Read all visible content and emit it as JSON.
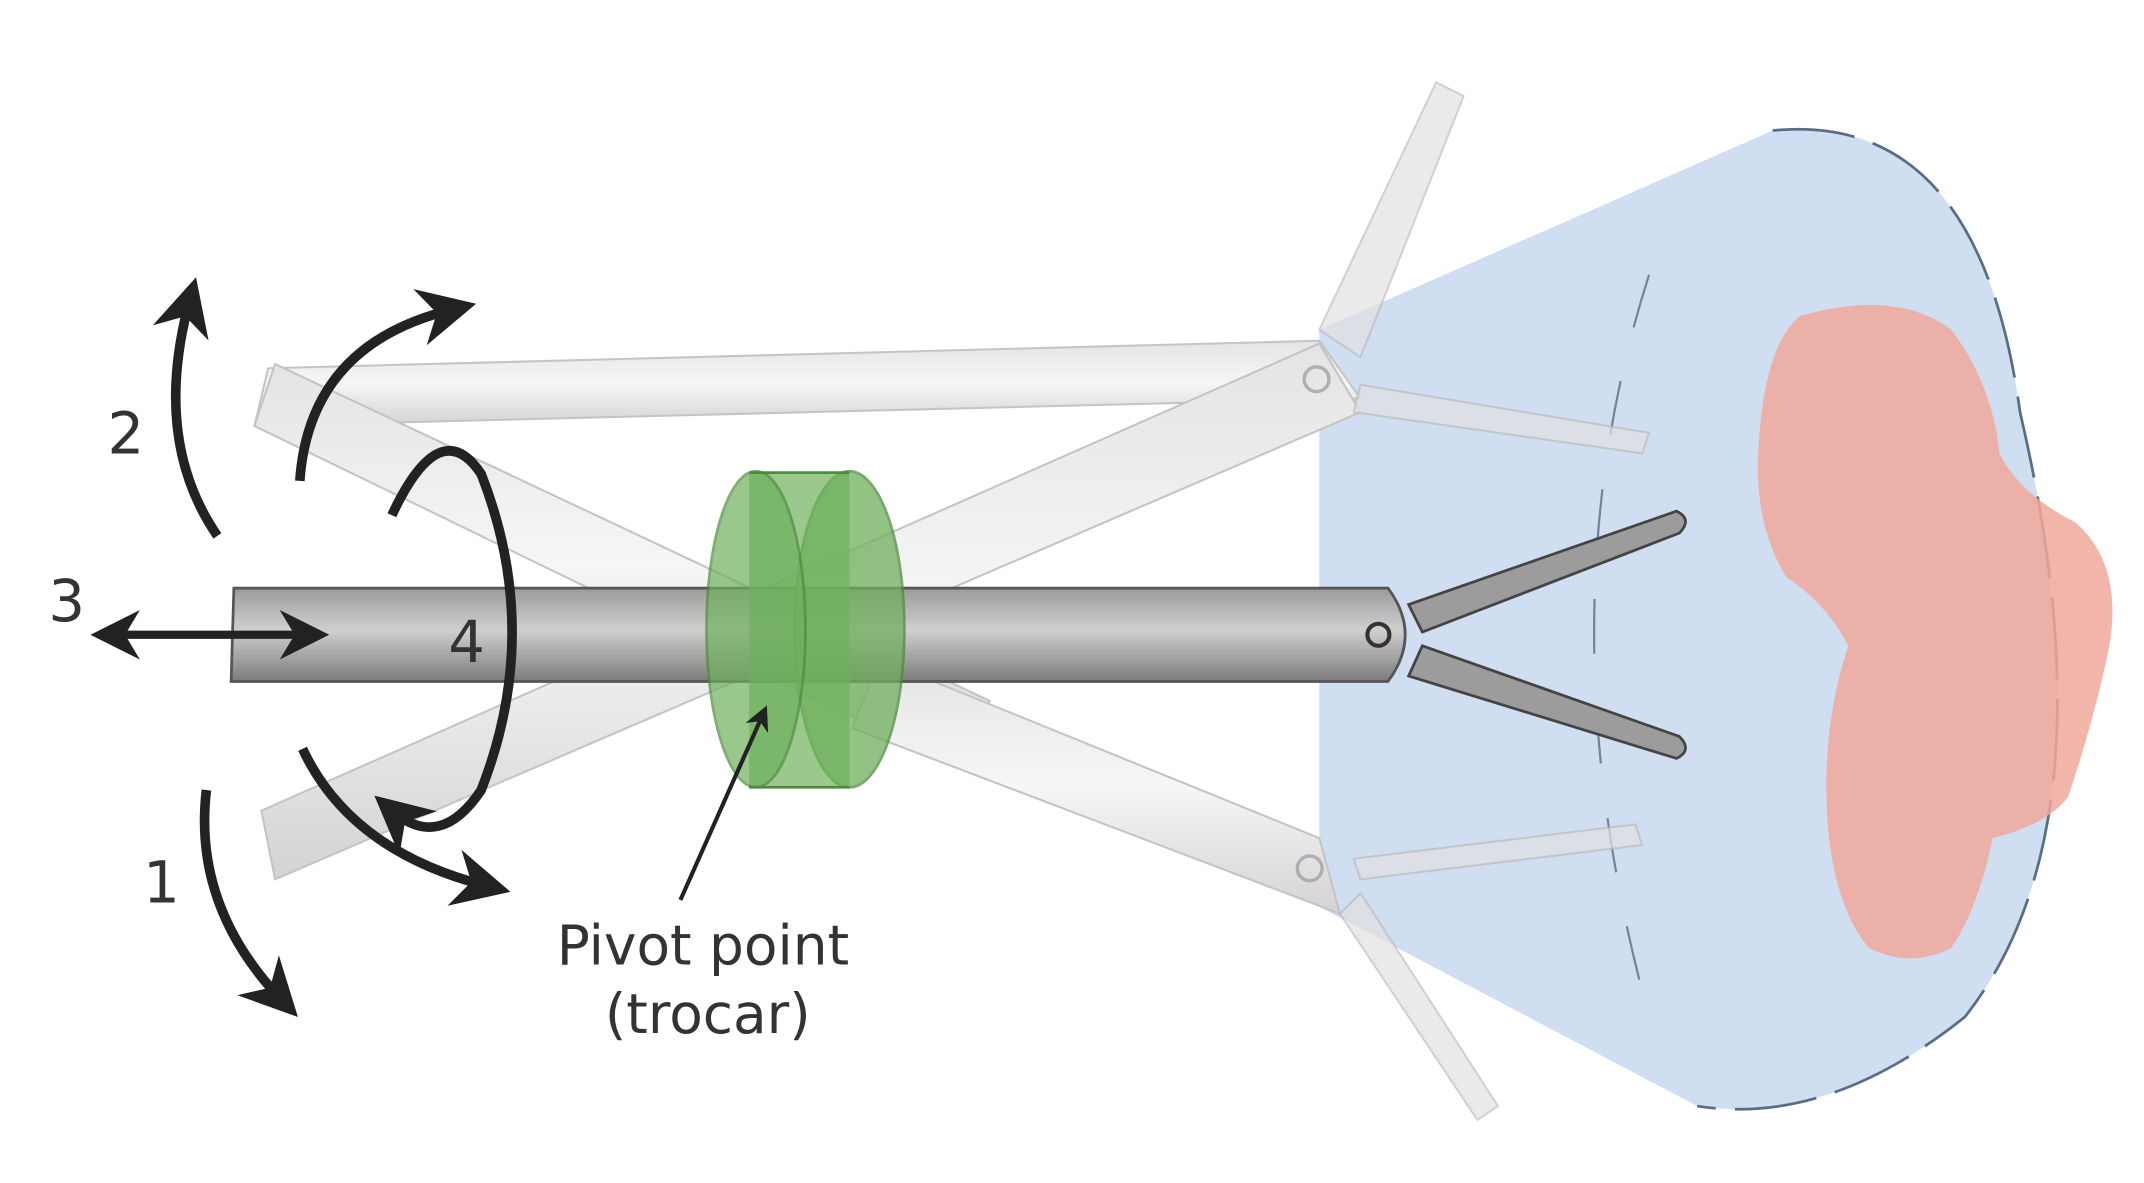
{
  "labels": {
    "motion_1": "1",
    "motion_2": "2",
    "motion_3": "3",
    "motion_4": "4",
    "pivot_line1": "Pivot point",
    "pivot_line2": "(trocar)"
  },
  "colors": {
    "workspace_cone": "#c7d8ee",
    "workspace_edge": "#5a6d86",
    "target_tissue": "#f0a89a",
    "trocar": "#6fb05c",
    "instrument_main": "#8a8a8a",
    "instrument_ghost": "#d9d9d9",
    "arrows": "#222222"
  }
}
